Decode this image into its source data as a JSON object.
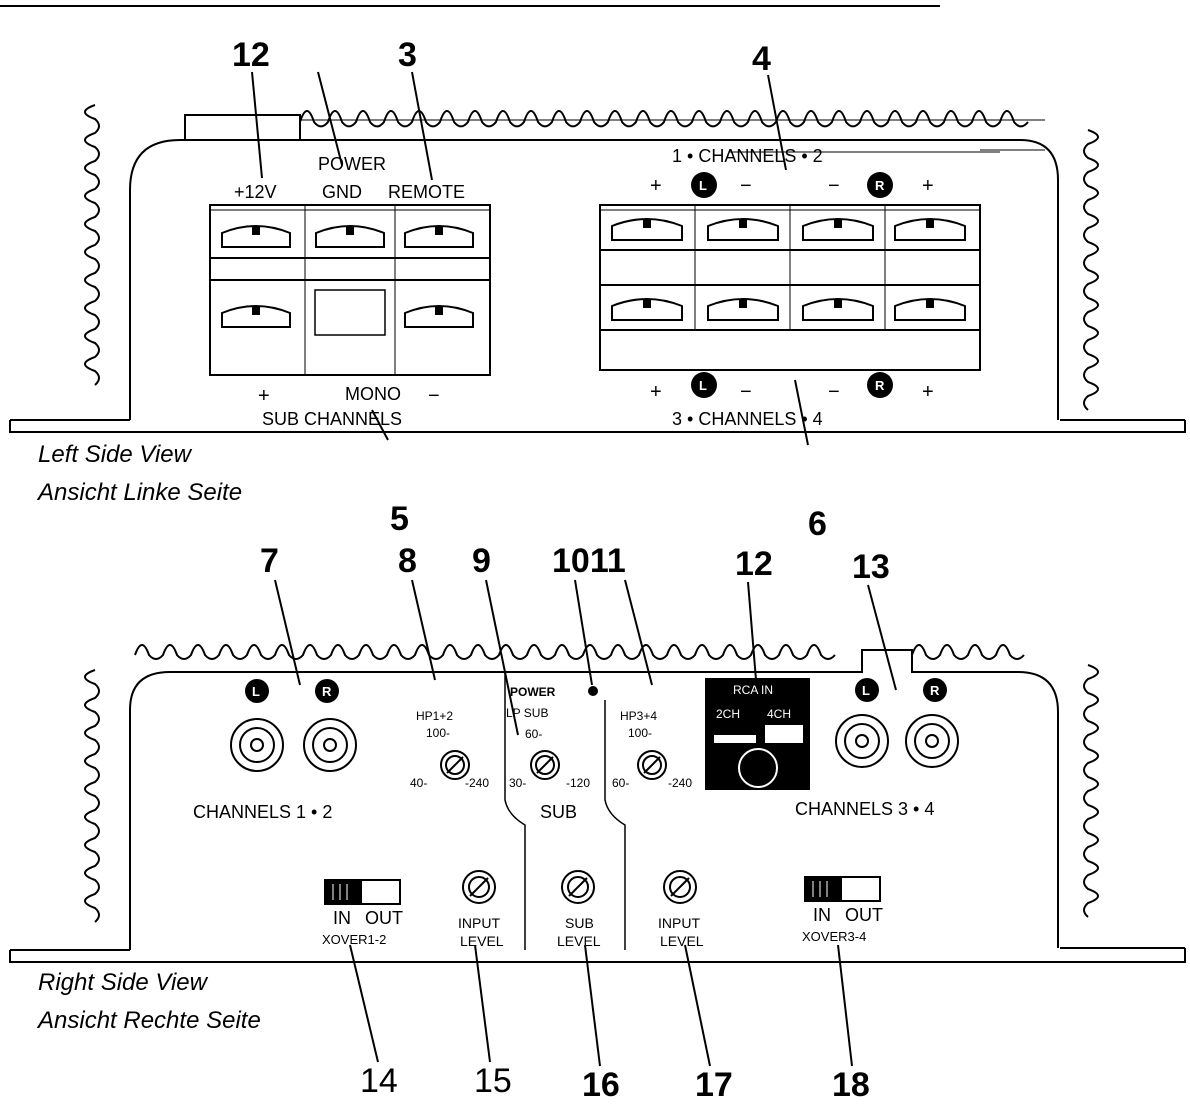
{
  "callouts_top": {
    "n12": "12",
    "n3": "3",
    "n4": "4"
  },
  "top": {
    "v12": "+12V",
    "power": "POWER",
    "gnd": "GND",
    "remote": "REMOTE",
    "ch12": "1  •  CHANNELS  •  2",
    "ch34": "3  •  CHANNELS  •  4",
    "plus": "+",
    "minus": "−",
    "L": "L",
    "R": "R",
    "mono": "MONO",
    "subch": "SUB CHANNELS",
    "cap1": "Left Side View",
    "cap2": "Ansicht Linke Seite"
  },
  "callouts_mid": {
    "n5": "5",
    "n6": "6",
    "n7": "7",
    "n8": "8",
    "n9": "9",
    "n1011": "1011",
    "n12": "12",
    "n13": "13"
  },
  "bottom": {
    "L": "L",
    "R": "R",
    "ch12": "CHANNELS  1  •  2",
    "ch34": "CHANNELS  3  •  4",
    "power": "POWER",
    "hp12": "HP1+2",
    "hp12_top": "100-",
    "hp12_l": "40-",
    "hp12_r": "-240",
    "lpsub": "LP SUB",
    "lp_top": "60-",
    "lp_l": "30-",
    "lp_r": "-120",
    "hp34": "HP3+4",
    "hp34_top": "100-",
    "hp34_l": "60-",
    "hp34_r": "-240",
    "rcain": "RCA IN",
    "ch2": "2CH",
    "ch4": "4CH",
    "sub": "SUB",
    "in1": "IN",
    "out1": "OUT",
    "xover12": "XOVER1-2",
    "input1": "INPUT",
    "level1": "LEVEL",
    "sublv1": "SUB",
    "sublv2": "LEVEL",
    "input2": "INPUT",
    "level2": "LEVEL",
    "in2": "IN",
    "out2": "OUT",
    "xover34": "XOVER3-4",
    "cap1": "Right Side View",
    "cap2": "Ansicht Rechte Seite"
  },
  "callouts_bottom": {
    "n14": "14",
    "n15": "15",
    "n16": "16",
    "n17": "17",
    "n18": "18"
  }
}
